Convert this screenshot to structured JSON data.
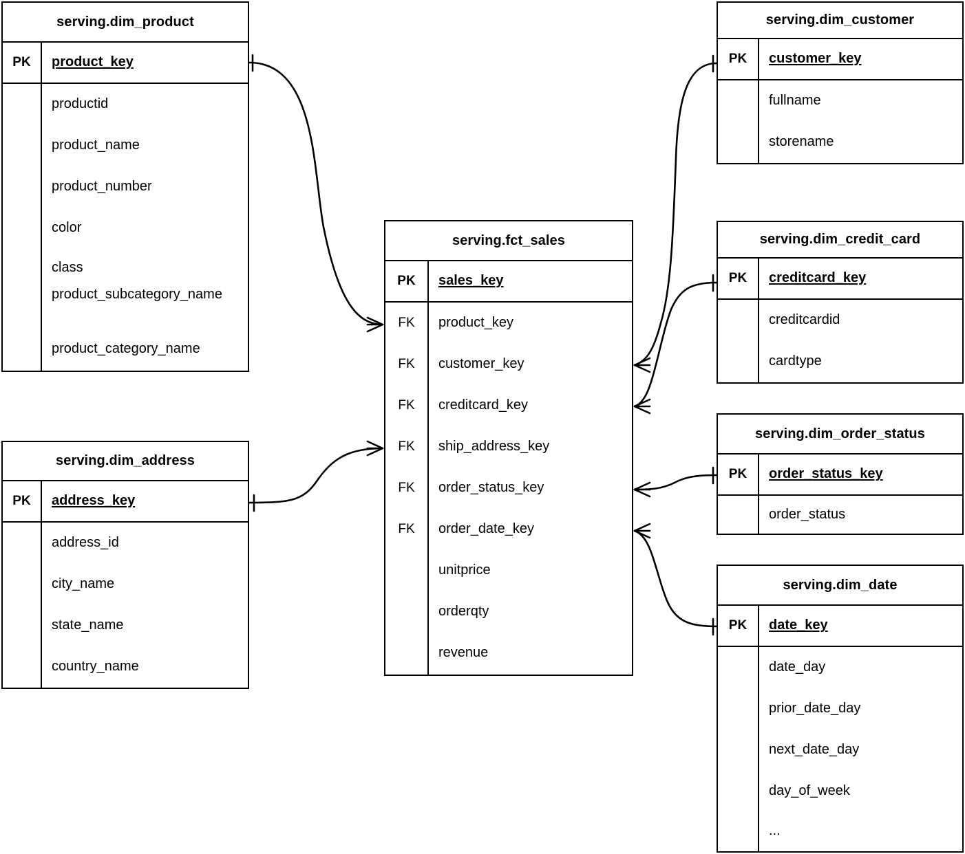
{
  "diagram": {
    "type": "entity-relationship-diagram",
    "notation": "crows-foot",
    "background_color": "#ffffff",
    "line_color": "#000000"
  },
  "labels": {
    "pk": "PK",
    "fk": "FK",
    "blank": ""
  },
  "entities": {
    "dim_product": {
      "title": "serving.dim_product",
      "pk": "product_key",
      "attributes": [
        "productid",
        "product_name",
        "product_number",
        "color",
        "class",
        "product_subcategory_name",
        "product_category_name"
      ]
    },
    "dim_address": {
      "title": "serving.dim_address",
      "pk": "address_key",
      "attributes": [
        "address_id",
        "city_name",
        "state_name",
        "country_name"
      ]
    },
    "fct_sales": {
      "title": "serving.fct_sales",
      "pk": "sales_key",
      "foreign_keys": [
        "product_key",
        "customer_key",
        "creditcard_key",
        "ship_address_key",
        "order_status_key",
        "order_date_key"
      ],
      "measures": [
        "unitprice",
        "orderqty",
        "revenue"
      ]
    },
    "dim_customer": {
      "title": "serving.dim_customer",
      "pk": "customer_key",
      "attributes": [
        "fullname",
        "storename"
      ]
    },
    "dim_credit_card": {
      "title": "serving.dim_credit_card",
      "pk": "creditcard_key",
      "attributes": [
        "creditcardid",
        "cardtype"
      ]
    },
    "dim_order_status": {
      "title": "serving.dim_order_status",
      "pk": "order_status_key",
      "attributes": [
        "order_status"
      ]
    },
    "dim_date": {
      "title": "serving.dim_date",
      "pk": "date_key",
      "attributes": [
        "date_day",
        "prior_date_day",
        "next_date_day",
        "day_of_week",
        "..."
      ]
    }
  },
  "relationships": [
    {
      "from": "dim_product",
      "from_field": "product_key",
      "to": "fct_sales",
      "to_field": "product_key",
      "cardinality": "one-to-many"
    },
    {
      "from": "dim_address",
      "from_field": "address_key",
      "to": "fct_sales",
      "to_field": "ship_address_key",
      "cardinality": "one-to-many"
    },
    {
      "from": "dim_customer",
      "from_field": "customer_key",
      "to": "fct_sales",
      "to_field": "customer_key",
      "cardinality": "one-to-many"
    },
    {
      "from": "dim_credit_card",
      "from_field": "creditcard_key",
      "to": "fct_sales",
      "to_field": "creditcard_key",
      "cardinality": "one-to-many"
    },
    {
      "from": "dim_order_status",
      "from_field": "order_status_key",
      "to": "fct_sales",
      "to_field": "order_status_key",
      "cardinality": "one-to-many"
    },
    {
      "from": "dim_date",
      "from_field": "date_key",
      "to": "fct_sales",
      "to_field": "order_date_key",
      "cardinality": "one-to-many"
    }
  ]
}
